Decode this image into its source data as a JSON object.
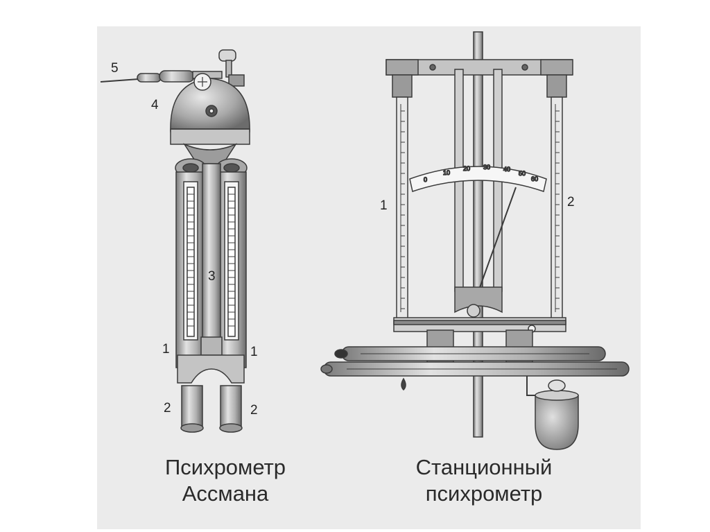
{
  "figure": {
    "left": {
      "caption_line1": "Психрометр",
      "caption_line2": "Ассмана",
      "labels": {
        "fan_key": "5",
        "head": "4",
        "tube": "3",
        "thermo_left": "1",
        "thermo_right": "1",
        "shield_left": "2",
        "shield_right": "2"
      }
    },
    "right": {
      "caption_line1": "Станционный",
      "caption_line2": "психрометр",
      "labels": {
        "thermo_left": "1",
        "thermo_right": "2"
      },
      "scale_ticks": [
        "0",
        "10",
        "20",
        "30",
        "40",
        "50",
        "60"
      ]
    }
  },
  "colors": {
    "paper": "#ebebeb",
    "line": "#3a3a3a",
    "metal": "#bcbcbc",
    "shade": "#8c8c8c"
  }
}
